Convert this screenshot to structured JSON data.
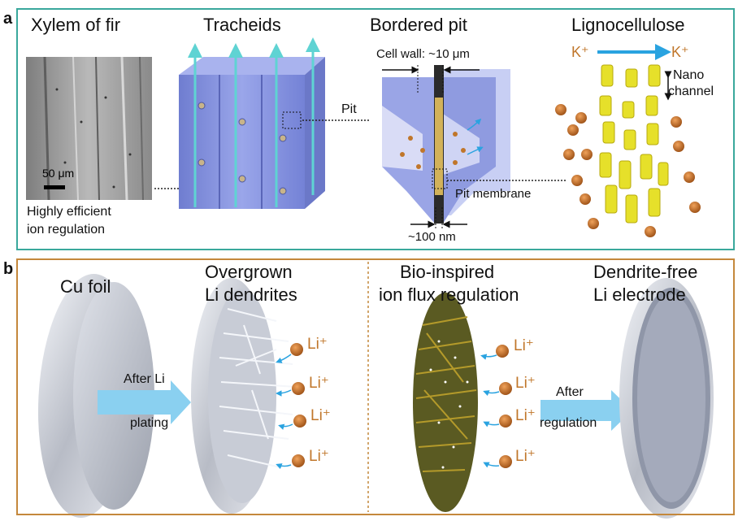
{
  "panel_a": {
    "label": "a",
    "titles": {
      "xylem": "Xylem of fir",
      "tracheids": "Tracheids",
      "bordered_pit": "Bordered pit",
      "lignocellulose": "Lignocellulose"
    },
    "scale_bar": "50 μm",
    "xylem_caption_line1": "Highly efficient",
    "xylem_caption_line2": "ion regulation",
    "pit_label": "Pit",
    "cell_wall": "Cell wall: ~10 μm",
    "pit_membrane": "Pit membrane",
    "pit_width": "~100 nm",
    "ion_in": "K⁺",
    "ion_out": "K⁺",
    "nano_line1": "Nano",
    "nano_line2": "channel"
  },
  "panel_b": {
    "label": "b",
    "titles": {
      "cu_foil": "Cu foil",
      "overgrown_line1": "Overgrown",
      "overgrown_line2": "Li dendrites",
      "bio_line1": "Bio-inspired",
      "bio_line2": "ion flux regulation",
      "dendrite_free_line1": "Dendrite-free",
      "dendrite_free_line2": "Li electrode"
    },
    "after_li_line1": "After Li",
    "after_li_line2": "plating",
    "after_reg_line1": "After",
    "after_reg_line2": "regulation",
    "li_ion": "Li⁺"
  },
  "colors": {
    "panel_a_border": "#3aa89c",
    "panel_b_border": "#c4883c",
    "tracheid": "#8c98e0",
    "flow_arrow": "#5fd3d3",
    "ion": "#c0762a",
    "nanofiber": "#e6e02a",
    "process_arrow": "#8ad0f0"
  }
}
